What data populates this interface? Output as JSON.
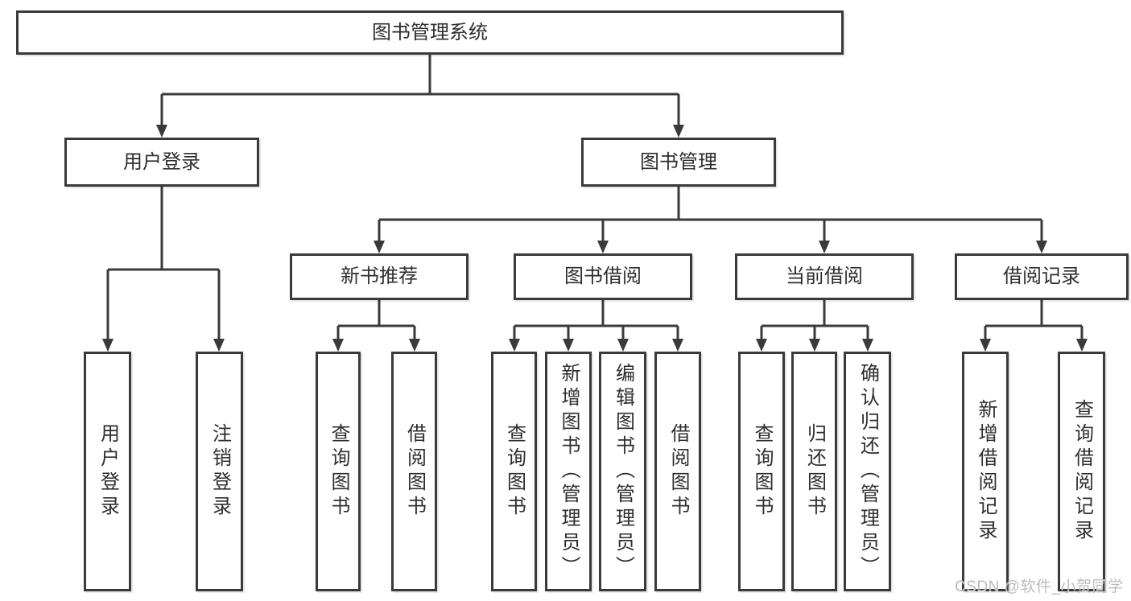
{
  "diagram": {
    "root": {
      "label": "图书管理系统"
    },
    "level2": [
      {
        "label": "用户登录",
        "children": [
          {
            "label": "用户登录"
          },
          {
            "label": "注销登录"
          }
        ]
      },
      {
        "label": "图书管理",
        "sections": [
          {
            "label": "新书推荐",
            "children": [
              {
                "label": "查询图书"
              },
              {
                "label": "借阅图书"
              }
            ]
          },
          {
            "label": "图书借阅",
            "children": [
              {
                "label": "查询图书"
              },
              {
                "label": "新增图书（管理员）"
              },
              {
                "label": "编辑图书（管理员）"
              },
              {
                "label": "借阅图书"
              }
            ]
          },
          {
            "label": "当前借阅",
            "children": [
              {
                "label": "查询图书"
              },
              {
                "label": "归还图书"
              },
              {
                "label": "确认归还（管理员）"
              }
            ]
          },
          {
            "label": "借阅记录",
            "children": [
              {
                "label": "新增借阅记录"
              },
              {
                "label": "查询借阅记录"
              }
            ]
          }
        ]
      }
    ]
  },
  "watermark": {
    "text": "CSDN @软件_小贺同学"
  },
  "colors": {
    "line": "#3a3a3a",
    "text": "#2e2e2e",
    "background": "#ffffff",
    "watermark": "#bcbcbc"
  }
}
